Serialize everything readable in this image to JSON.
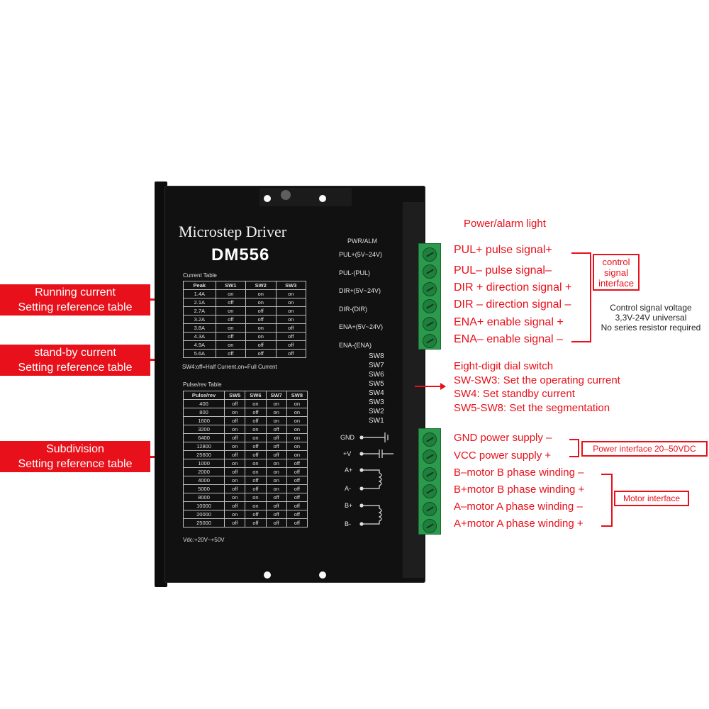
{
  "left_callouts": [
    {
      "line1": "Running current",
      "line2": "Setting reference table"
    },
    {
      "line1": "stand-by current",
      "line2": "Setting reference table"
    },
    {
      "line1": "Subdivision",
      "line2": "Setting reference table"
    }
  ],
  "device": {
    "title": "Microstep Driver",
    "model": "DM556",
    "pwr_label": "PWR/ALM",
    "current_table_title": "Current Table",
    "current_table_headers": [
      "Peak",
      "SW1",
      "SW2",
      "SW3"
    ],
    "current_table_rows": [
      [
        "1.4A",
        "on",
        "on",
        "on"
      ],
      [
        "2.1A",
        "off",
        "on",
        "on"
      ],
      [
        "2.7A",
        "on",
        "off",
        "on"
      ],
      [
        "3.2A",
        "off",
        "off",
        "on"
      ],
      [
        "3.8A",
        "on",
        "on",
        "off"
      ],
      [
        "4.3A",
        "off",
        "on",
        "off"
      ],
      [
        "4.9A",
        "on",
        "off",
        "off"
      ],
      [
        "5.6A",
        "off",
        "off",
        "off"
      ]
    ],
    "sw4_note": "SW4:off=Half Current,on=Full Current",
    "pulse_table_title": "Pulse/rev Table",
    "pulse_table_headers": [
      "Pulse/rev",
      "SW5",
      "SW6",
      "SW7",
      "SW8"
    ],
    "pulse_table_rows": [
      [
        "400",
        "off",
        "on",
        "on",
        "on"
      ],
      [
        "800",
        "on",
        "off",
        "on",
        "on"
      ],
      [
        "1600",
        "off",
        "off",
        "on",
        "on"
      ],
      [
        "3200",
        "on",
        "on",
        "off",
        "on"
      ],
      [
        "6400",
        "off",
        "on",
        "off",
        "on"
      ],
      [
        "12800",
        "on",
        "off",
        "off",
        "on"
      ],
      [
        "25600",
        "off",
        "off",
        "off",
        "on"
      ],
      [
        "1000",
        "on",
        "on",
        "on",
        "off"
      ],
      [
        "2000",
        "off",
        "on",
        "on",
        "off"
      ],
      [
        "4000",
        "on",
        "off",
        "on",
        "off"
      ],
      [
        "5000",
        "off",
        "off",
        "on",
        "off"
      ],
      [
        "8000",
        "on",
        "on",
        "off",
        "off"
      ],
      [
        "10000",
        "off",
        "on",
        "off",
        "off"
      ],
      [
        "20000",
        "on",
        "off",
        "off",
        "off"
      ],
      [
        "25000",
        "off",
        "off",
        "off",
        "off"
      ]
    ],
    "vdc_note": "Vdc:+20V~+50V",
    "signal_pins": [
      "PUL+(5V~24V)",
      "PUL-(PUL)",
      "DIR+(5V~24V)",
      "DIR-(DIR)",
      "ENA+(5V~24V)",
      "ENA-(ENA)"
    ],
    "dip_switches": [
      "SW8",
      "SW7",
      "SW6",
      "SW5",
      "SW4",
      "SW3",
      "SW2",
      "SW1"
    ],
    "power_pins": [
      "GND",
      "+V",
      "A+",
      "A-",
      "B+",
      "B-"
    ]
  },
  "annotations": {
    "power_alarm_light": "Power/alarm light",
    "control_signals": [
      "PUL+ pulse signal+",
      "PUL– pulse signal–",
      "DIR + direction signal +",
      "DIR – direction signal –",
      "ENA+ enable signal +",
      "ENA– enable signal –"
    ],
    "control_box": [
      "control",
      "signal",
      "interface"
    ],
    "control_note": [
      "Control signal voltage",
      "3,3V-24V universal",
      "No series resistor required"
    ],
    "dial_switch": [
      "Eight-digit dial switch",
      "SW-SW3: Set the operating current",
      "SW4: Set standby current",
      "SW5-SW8: Set the segmentation"
    ],
    "power_labels": [
      "GND power supply –",
      "VCC power supply +"
    ],
    "power_box": "Power interface 20–50VDC",
    "motor_labels": [
      "B–motor B phase winding –",
      "B+motor B phase winding +",
      "A–motor A phase winding –",
      "A+motor A phase winding +"
    ],
    "motor_box": "Motor interface"
  },
  "colors": {
    "annotation_red": "#e8101a",
    "terminal_green": "#2b9a4c",
    "device_black": "#111112"
  }
}
